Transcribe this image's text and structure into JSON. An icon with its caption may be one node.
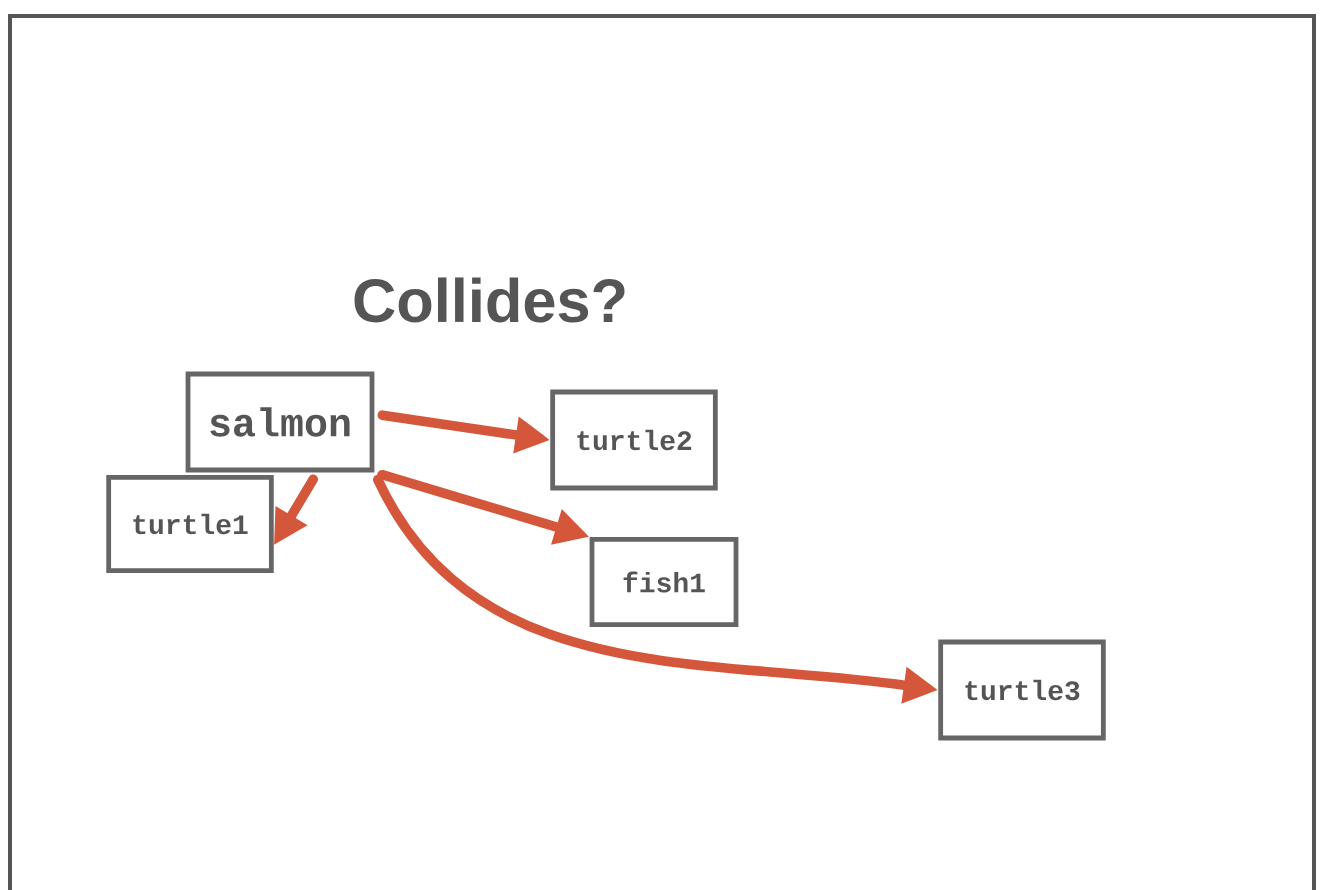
{
  "diagram": {
    "title": "Collides?",
    "nodes": [
      {
        "text": [
          "salmon"
        ]
      },
      {
        "text": [
          "turtle1"
        ]
      },
      {
        "text": [
          "turtle2"
        ]
      },
      {
        "text": [
          "fish1"
        ]
      },
      {
        "text": [
          "turtle3"
        ]
      }
    ],
    "edges": [
      {
        "from": 0,
        "to": 2,
        "arrow": "to"
      },
      {
        "from": 0,
        "to": 3,
        "arrow": "to"
      },
      {
        "from": 0,
        "to": 4,
        "arrow": "to"
      },
      {
        "from": 0,
        "to": 1,
        "arrow": "to"
      }
    ]
  }
}
